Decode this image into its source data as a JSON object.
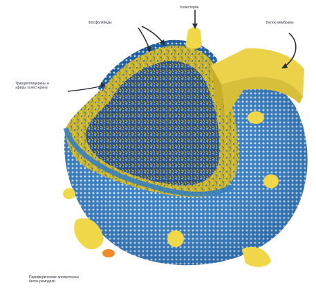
{
  "diagram": {
    "labels": {
      "phospholipids": "Фосфолипиды",
      "cholesterol": "Холестерин",
      "surface_membrane": "Белок мембраны",
      "triacylglycerols": "Триацилглицерины и эфиры холестерина",
      "apolipoprotein": "Периферические апопротеины белок-ремодели"
    },
    "colors": {
      "membrane_blue": "#2f7cc4",
      "head_light": "#d8ecfa",
      "lipid_yellow": "#d6c238",
      "protein_yellow": "#f1d84a",
      "core_dark": "#1f3560",
      "accent_orange": "#f08a2a"
    }
  }
}
